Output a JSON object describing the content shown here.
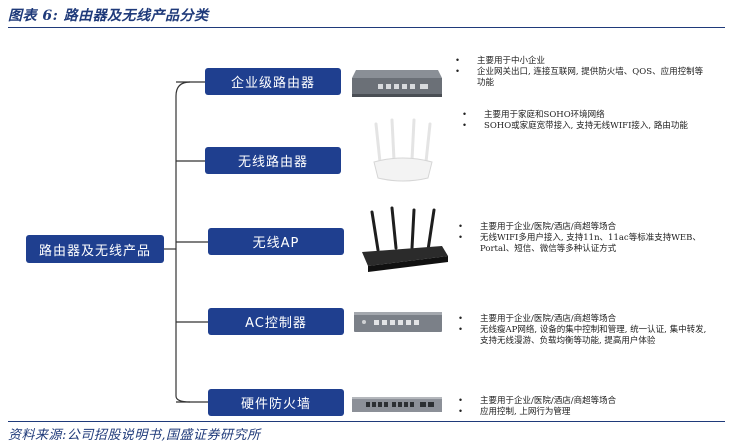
{
  "title": "图表 6:  路由器及无线产品分类",
  "source": "资料来源:公司招股说明书,国盛证券研究所",
  "root": "路由器及无线产品",
  "categories": [
    {
      "label": "企业级路由器",
      "device_icon": "enterprise-router-icon",
      "bullets": [
        "主要用于中小企业",
        "企业网关出口, 连接互联网, 提供防火墙、QOS、应用控制等功能"
      ]
    },
    {
      "label": "无线路由器",
      "device_icon": "wireless-router-icon",
      "bullets": [
        "主要用于家庭和SOHO环境网络",
        "SOHO或家庭宽带接入, 支持无线WIFI接入, 路由功能"
      ]
    },
    {
      "label": "无线AP",
      "device_icon": "wireless-ap-icon",
      "bullets": [
        "主要用于企业/医院/酒店/商超等场合",
        "无线WIFI多用户接入, 支持11n、11ac等标准支持WEB、Portal、短信、微信等多种认证方式"
      ]
    },
    {
      "label": "AC控制器",
      "device_icon": "ac-controller-icon",
      "bullets": [
        "主要用于企业/医院/酒店/商超等场合",
        "无线瘦AP网络, 设备的集中控制和管理, 统一认证, 集中转发, 支持无线漫游、负载均衡等功能, 提高用户体验"
      ]
    },
    {
      "label": "硬件防火墙",
      "device_icon": "hardware-firewall-icon",
      "bullets": [
        "主要用于企业/医院/酒店/商超等场合",
        "应用控制, 上网行为管理"
      ]
    }
  ],
  "colors": {
    "accent": "#1f3f8f",
    "title": "#1f3a7a"
  }
}
